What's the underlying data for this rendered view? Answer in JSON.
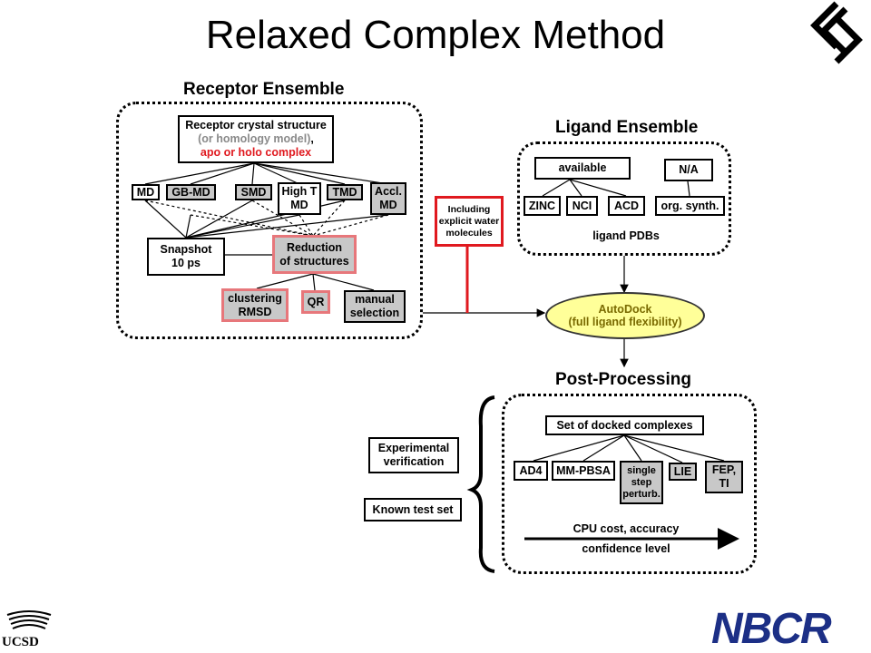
{
  "title": "Relaxed Complex Method",
  "receptor": {
    "heading": "Receptor Ensemble",
    "crystal_line1": "Receptor crystal structure",
    "crystal_line2": "(or homology model)",
    "crystal_line2_suffix": ",",
    "crystal_line3": "apo or holo complex",
    "md": "MD",
    "gbmd": "GB-MD",
    "smd": "SMD",
    "hight_1": "High T",
    "hight_2": "MD",
    "tmd": "TMD",
    "accl_1": "Accl.",
    "accl_2": "MD",
    "snapshot_1": "Snapshot",
    "snapshot_2": "10 ps",
    "reduction_1": "Reduction",
    "reduction_2": "of structures",
    "clustering_1": "clustering",
    "clustering_2": "RMSD",
    "qr": "QR",
    "manual_1": "manual",
    "manual_2": "selection"
  },
  "water": {
    "line1": "Including",
    "line2": "explicit water",
    "line3": "molecules"
  },
  "ligand": {
    "heading": "Ligand Ensemble",
    "available": "available",
    "na": "N/A",
    "zinc": "ZINC",
    "nci": "NCI",
    "acd": "ACD",
    "org": "org. synth.",
    "pdbs": "ligand PDBs"
  },
  "autodock": {
    "line1": "AutoDock",
    "line2": "(full ligand flexibility)"
  },
  "post": {
    "heading": "Post-Processing",
    "docked": "Set of docked complexes",
    "ad4": "AD4",
    "mmpbsa": "MM-PBSA",
    "single_1": "single",
    "single_2": "step",
    "single_3": "perturb.",
    "lie": "LIE",
    "fep_1": "FEP,",
    "fep_2": "TI",
    "cpu": "CPU cost, accuracy",
    "confidence": "confidence level"
  },
  "side": {
    "experimental_1": "Experimental",
    "experimental_2": "verification",
    "known": "Known test set"
  },
  "logos": {
    "ucsd": "UCSD",
    "nbcr": "NBCR"
  },
  "colors": {
    "red": "#e0191f",
    "pink": "#e7777b",
    "gray_box": "#c8c8c8",
    "autodock_fill": "#ffff99"
  }
}
